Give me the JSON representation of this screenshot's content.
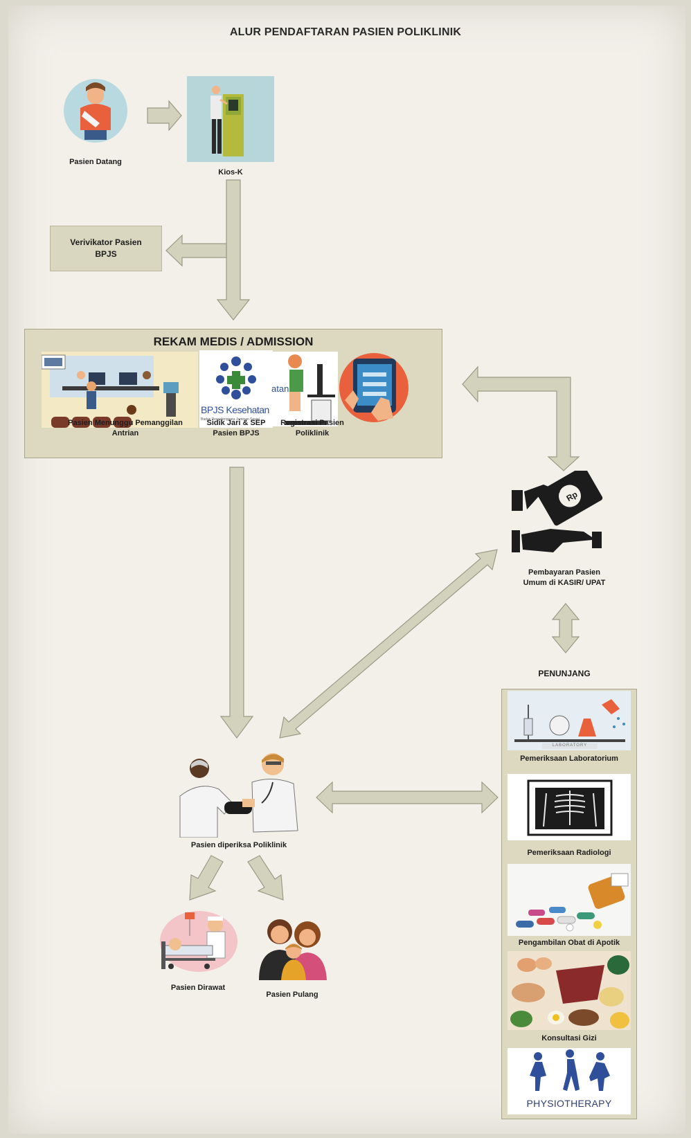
{
  "title": "ALUR PENDAFTARAN PASIEN POLIKLINIK",
  "nodes": {
    "pasien_datang": "Pasien Datang",
    "kios_k": "Kios-K",
    "verifikator_line1": "Verivikator Pasien",
    "verifikator_line2": "BPJS",
    "rekam_medis_title": "REKAM MEDIS / ADMISSION",
    "menunggu_line1": "Pasien Menunggu Pemanggilan",
    "menunggu_line2": "Antrian",
    "sidik_line1": "Sidik Jari & SEP",
    "sidik_line2": "Pasien BPJS",
    "registrasi_line1": "Registrasi Pasien",
    "registrasi_line2": "Poliklinik",
    "bpjs_logo_text": "BPJS Kesehatan",
    "bpjs_logo_sub": "Badan Penyelenggara Jaminan Sosial",
    "atan_text": "atan",
    "pembayaran_line1": "Pembayaran Pasien",
    "pembayaran_line2": "Umum di KASIR/ UPAT",
    "rp_text": "Rp",
    "diperiksa": "Pasien diperiksa Poliklinik",
    "dirawat": "Pasien Dirawat",
    "pulang": "Pasien Pulang",
    "penunjang_title": "PENUNJANG",
    "lab": "Pemeriksaan Laboratorium",
    "lab_banner": "LABORATORY",
    "radiologi": "Pemeriksaan Radiologi",
    "apotik": "Pengambilan Obat di Apotik",
    "gizi": "Konsultasi Gizi",
    "physio": "PHYSIOTHERAPY"
  },
  "colors": {
    "arrow_fill": "#d3d2bd",
    "arrow_stroke": "#9c9a86",
    "box_fill": "#dcd9c0",
    "accent_orange": "#e8603c",
    "bpjs_blue": "#2f4f9a",
    "bpjs_green": "#3a8a3a"
  }
}
